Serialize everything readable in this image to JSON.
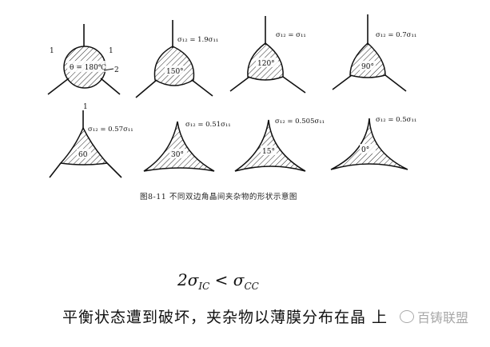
{
  "figure": {
    "caption": "图8-11   不同双边角晶间夹杂物的形状示意图",
    "panel1": {
      "label_left": "1",
      "label_right": "1",
      "label_side": "2",
      "angle": "θ = 180℃"
    },
    "panels": [
      {
        "sigma_label": "σ₁₂ = 1.9σ₁₁",
        "angle": "150°"
      },
      {
        "sigma_label": "σ₁₂ = σ₁₁",
        "angle": "120°"
      },
      {
        "sigma_label": "σ₁₂ = 0.7σ₁₁",
        "angle": "90°"
      },
      {
        "sigma_label": "σ₁₂ = 0.57σ₁₁",
        "angle": "60",
        "top_label": "1"
      },
      {
        "sigma_label": "σ₁₂ = 0.51σ₁₁",
        "angle": "30°"
      },
      {
        "sigma_label": "σ₁₂ = 0.505σ₁₁",
        "angle": "15°"
      },
      {
        "sigma_label": "σ₁₂ = 0.5σ₁₁",
        "angle": "0°"
      }
    ]
  },
  "formula": "2σIC < σCC",
  "formula_parts": {
    "coef": "2",
    "sigma1": "σ",
    "sub1": "IC",
    "op": " < ",
    "sigma2": "σ",
    "sub2": "CC"
  },
  "statement": "平衡状态遭到破坏，夹杂物以薄膜分布在晶 上",
  "watermark": "百铸联盟"
}
